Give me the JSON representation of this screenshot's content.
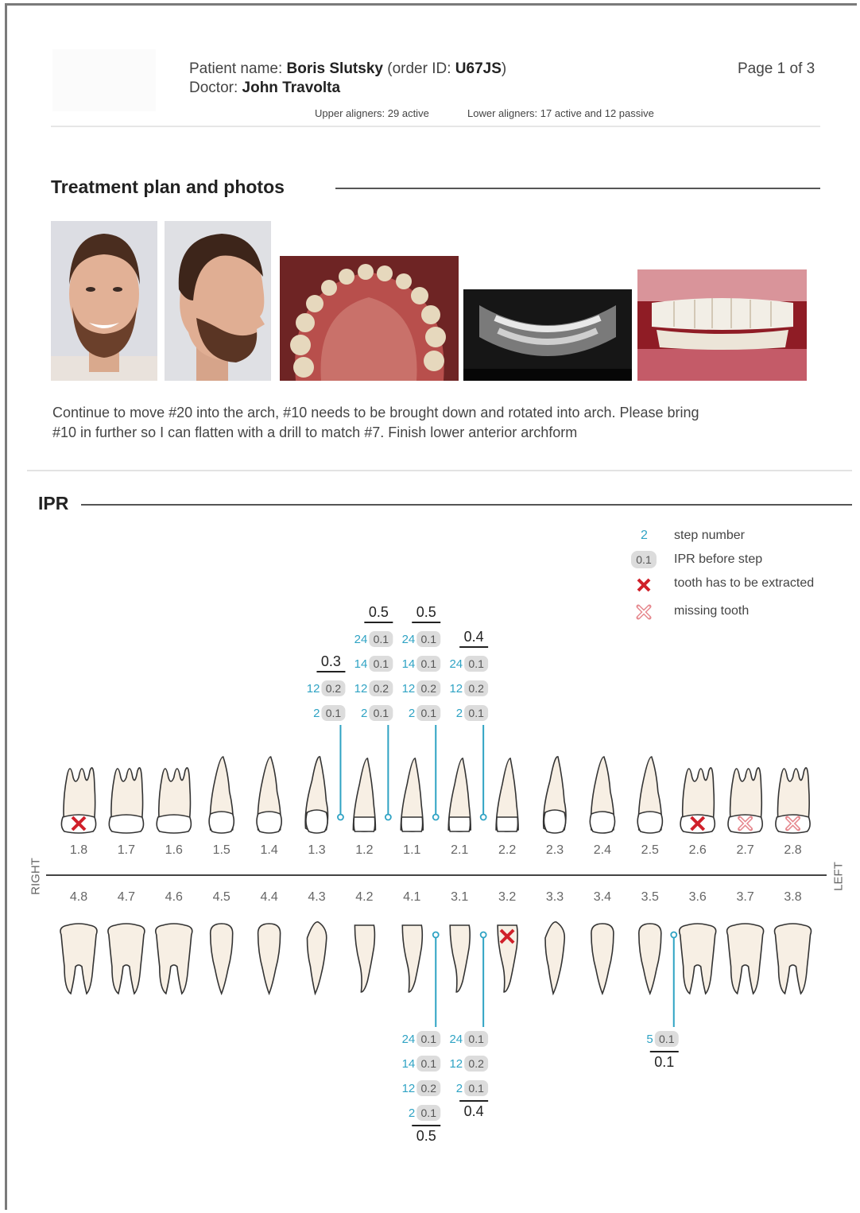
{
  "header": {
    "patient_label": "Patient name:",
    "patient_name": "Boris Slutsky",
    "order_prefix": "(order ID:",
    "order_id": "U67JS",
    "order_suffix": ")",
    "doctor_label": "Doctor:",
    "doctor_name": "John Travolta",
    "page": "Page 1 of 3",
    "upper_aligners": "Upper aligners: 29 active",
    "lower_aligners": "Lower aligners: 17 active and 12 passive"
  },
  "treatment": {
    "title": "Treatment plan and photos",
    "notes_line1": "Continue to move #20 into the arch, #10 needs to be brought down and rotated into arch. Please bring",
    "notes_line2": "#10 in further so I can flatten with a drill to match #7. Finish lower anterior archform"
  },
  "ipr": {
    "title": "IPR",
    "side_right": "RIGHT",
    "side_left": "LEFT",
    "legend": {
      "step_sample": "2",
      "step_label": "step number",
      "ipr_sample": "0.1",
      "ipr_label": "IPR before step",
      "extract_label": "tooth has to be extracted",
      "missing_label": "missing tooth"
    },
    "colors": {
      "step": "#2fa3c4",
      "extract": "#d0202a",
      "missing": "#e6898f",
      "tooth_fill": "#f7efe4",
      "ipr_pill": "#dcdcdc"
    },
    "upper_teeth": [
      {
        "num": "1.8",
        "type": "molar",
        "status": "extract"
      },
      {
        "num": "1.7",
        "type": "molar",
        "status": ""
      },
      {
        "num": "1.6",
        "type": "molar",
        "status": ""
      },
      {
        "num": "1.5",
        "type": "premolar",
        "status": ""
      },
      {
        "num": "1.4",
        "type": "premolar",
        "status": ""
      },
      {
        "num": "1.3",
        "type": "canine",
        "status": ""
      },
      {
        "num": "1.2",
        "type": "incisor",
        "status": ""
      },
      {
        "num": "1.1",
        "type": "incisor",
        "status": ""
      },
      {
        "num": "2.1",
        "type": "incisor",
        "status": ""
      },
      {
        "num": "2.2",
        "type": "incisor",
        "status": ""
      },
      {
        "num": "2.3",
        "type": "canine",
        "status": ""
      },
      {
        "num": "2.4",
        "type": "premolar",
        "status": ""
      },
      {
        "num": "2.5",
        "type": "premolar",
        "status": ""
      },
      {
        "num": "2.6",
        "type": "molar",
        "status": "extract"
      },
      {
        "num": "2.7",
        "type": "molar",
        "status": "missing"
      },
      {
        "num": "2.8",
        "type": "molar",
        "status": "missing"
      }
    ],
    "lower_teeth": [
      {
        "num": "4.8",
        "type": "molar",
        "status": ""
      },
      {
        "num": "4.7",
        "type": "molar",
        "status": ""
      },
      {
        "num": "4.6",
        "type": "molar",
        "status": ""
      },
      {
        "num": "4.5",
        "type": "premolar",
        "status": ""
      },
      {
        "num": "4.4",
        "type": "premolar",
        "status": ""
      },
      {
        "num": "4.3",
        "type": "canine",
        "status": ""
      },
      {
        "num": "4.2",
        "type": "incisor",
        "status": ""
      },
      {
        "num": "4.1",
        "type": "incisor",
        "status": ""
      },
      {
        "num": "3.1",
        "type": "incisor",
        "status": ""
      },
      {
        "num": "3.2",
        "type": "incisor",
        "status": "extract"
      },
      {
        "num": "3.3",
        "type": "canine",
        "status": ""
      },
      {
        "num": "3.4",
        "type": "premolar",
        "status": ""
      },
      {
        "num": "3.5",
        "type": "premolar",
        "status": ""
      },
      {
        "num": "3.6",
        "type": "molar",
        "status": ""
      },
      {
        "num": "3.7",
        "type": "molar",
        "status": ""
      },
      {
        "num": "3.8",
        "type": "molar",
        "status": ""
      }
    ],
    "upper_ipr": [
      {
        "between": "1.3/1.2",
        "entries": [
          {
            "step": "2",
            "ipr": "0.1"
          },
          {
            "step": "12",
            "ipr": "0.2"
          }
        ],
        "total": "0.3"
      },
      {
        "between": "1.2/1.1",
        "entries": [
          {
            "step": "2",
            "ipr": "0.1"
          },
          {
            "step": "12",
            "ipr": "0.2"
          },
          {
            "step": "14",
            "ipr": "0.1"
          },
          {
            "step": "24",
            "ipr": "0.1"
          }
        ],
        "total": "0.5"
      },
      {
        "between": "1.1/2.1",
        "entries": [
          {
            "step": "2",
            "ipr": "0.1"
          },
          {
            "step": "12",
            "ipr": "0.2"
          },
          {
            "step": "14",
            "ipr": "0.1"
          },
          {
            "step": "24",
            "ipr": "0.1"
          }
        ],
        "total": "0.5"
      },
      {
        "between": "2.1/2.2",
        "entries": [
          {
            "step": "2",
            "ipr": "0.1"
          },
          {
            "step": "12",
            "ipr": "0.2"
          },
          {
            "step": "24",
            "ipr": "0.1"
          }
        ],
        "total": "0.4"
      }
    ],
    "lower_ipr": [
      {
        "between": "4.1/3.1",
        "entries": [
          {
            "step": "24",
            "ipr": "0.1"
          },
          {
            "step": "14",
            "ipr": "0.1"
          },
          {
            "step": "12",
            "ipr": "0.2"
          },
          {
            "step": "2",
            "ipr": "0.1"
          }
        ],
        "total": "0.5"
      },
      {
        "between": "3.1/3.2",
        "entries": [
          {
            "step": "24",
            "ipr": "0.1"
          },
          {
            "step": "12",
            "ipr": "0.2"
          },
          {
            "step": "2",
            "ipr": "0.1"
          }
        ],
        "total": "0.4"
      },
      {
        "between": "3.5/3.6",
        "entries": [
          {
            "step": "5",
            "ipr": "0.1"
          }
        ],
        "total": "0.1"
      }
    ]
  }
}
